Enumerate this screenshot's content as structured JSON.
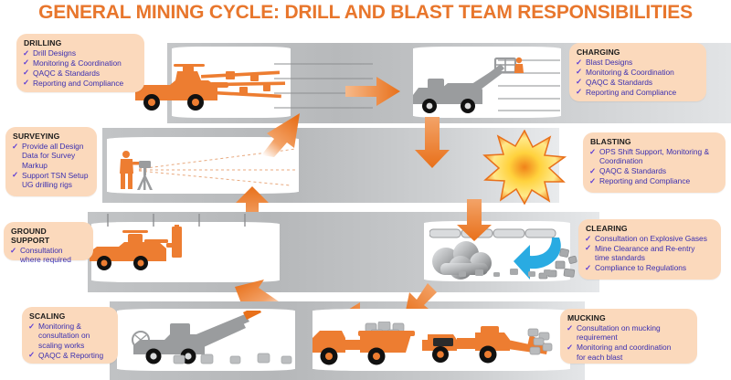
{
  "title": "GENERAL MINING CYCLE: DRILL AND BLAST TEAM RESPONSIBILITIES",
  "theme": {
    "title_color": "#E8762C",
    "callout_bg": "#FBD9BC",
    "callout_text": "#3b2fb0",
    "check_color": "#5b3bd6",
    "arrow_orange": "#ED7D31",
    "rock_gray": "#b9bbbd",
    "equipment_orange": "#ED7D31",
    "equipment_gray": "#9a9c9e",
    "airflow_blue": "#29ABE2",
    "blast_yellow": "#FFE14D",
    "blast_orange": "#F07E18"
  },
  "stages": [
    {
      "id": "drilling",
      "heading": "DRILLING",
      "items": [
        "Drill Designs",
        "Monitoring & Coordination",
        "QAQC & Standards",
        "Reporting and Compliance"
      ]
    },
    {
      "id": "charging",
      "heading": "CHARGING",
      "items": [
        "Blast Designs",
        "Monitoring & Coordination",
        "QAQC & Standards",
        "Reporting and Compliance"
      ]
    },
    {
      "id": "blasting",
      "heading": "BLASTING",
      "items": [
        "OPS Shift Support, Monitoring &\nCoordination",
        "QAQC & Standards",
        "Reporting and Compliance"
      ]
    },
    {
      "id": "clearing",
      "heading": "CLEARING",
      "items": [
        "Consultation on Explosive Gases",
        "Mine Clearance and Re-entry\ntime standards",
        "Compliance to Regulations"
      ]
    },
    {
      "id": "mucking",
      "heading": "MUCKING",
      "items": [
        "Consultation on mucking\nrequirement",
        "Monitoring and coordination\nfor each blast"
      ]
    },
    {
      "id": "scaling",
      "heading": "SCALING",
      "items": [
        "Monitoring &\nconsultation on\nscaling works",
        "QAQC & Reporting"
      ]
    },
    {
      "id": "ground-support",
      "heading": "GROUND SUPPORT",
      "items": [
        "Consultation\nwhere required"
      ]
    },
    {
      "id": "surveying",
      "heading": "SURVEYING",
      "items": [
        "Provide all Design\nData for Survey\nMarkup",
        "Support TSN Setup\nUG drilling rigs"
      ]
    }
  ],
  "check_glyph": "✓",
  "illustrations": {
    "drilling": "drill-jumbo-rig",
    "charging": "charging-truck-with-basket",
    "blasting": "explosion-starburst",
    "clearing": "vent-duct-smoke-and-fan-airflow",
    "mucking": "haul-truck-and-lhd-loader",
    "scaling": "scaling-machine-with-boom",
    "ground_support": "bolting-rig-with-mast",
    "surveying": "surveyor-with-tripod"
  },
  "flow_arrows": [
    {
      "id": "drilling-to-charging",
      "direction": "right"
    },
    {
      "id": "charging-to-blasting",
      "direction": "down"
    },
    {
      "id": "blasting-to-clearing",
      "direction": "down"
    },
    {
      "id": "clearing-to-mucking",
      "direction": "down-left"
    },
    {
      "id": "mucking-to-scaling",
      "direction": "left"
    },
    {
      "id": "scaling-to-ground-support",
      "direction": "up-left"
    },
    {
      "id": "ground-support-to-surveying",
      "direction": "up"
    },
    {
      "id": "surveying-to-drilling",
      "direction": "up-right"
    },
    {
      "id": "surveying-up-secondary",
      "direction": "up"
    }
  ]
}
